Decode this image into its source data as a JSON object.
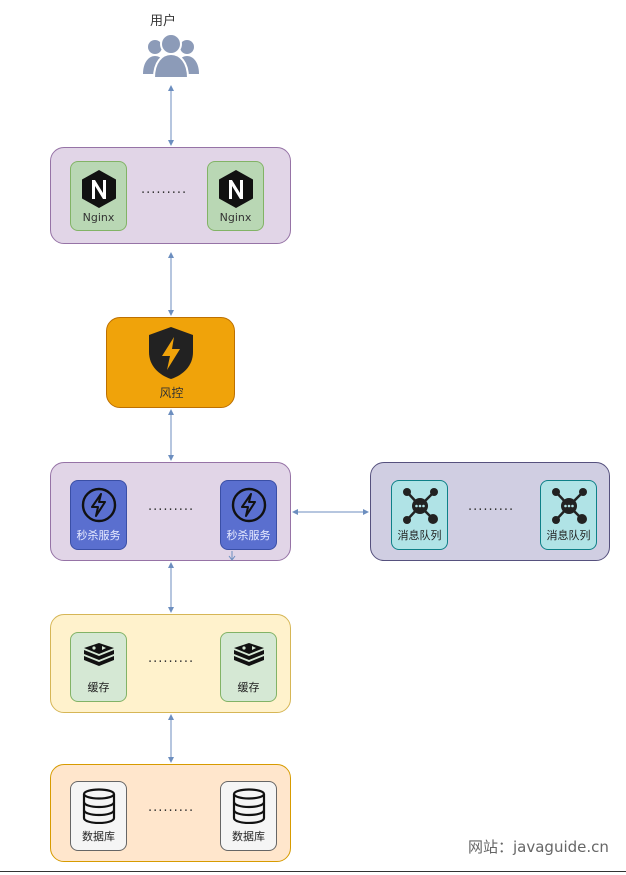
{
  "user": {
    "label": "用户"
  },
  "nginx_group": {
    "node_label": "Nginx",
    "ellipsis": "·········"
  },
  "risk": {
    "label": "风控"
  },
  "service_group": {
    "node_label": "秒杀服务",
    "ellipsis": "·········"
  },
  "mq_group": {
    "node_label": "消息队列",
    "ellipsis": "·········"
  },
  "cache_group": {
    "node_label": "缓存",
    "ellipsis": "·········"
  },
  "db_group": {
    "node_label": "数据库",
    "ellipsis": "·········"
  },
  "watermark": "网站：javaguide.cn",
  "colors": {
    "user_icon": "#8c9bb8",
    "edge": "#6c8ebf",
    "nginx_fill": "#b9d7b4",
    "risk_fill": "#f0a30a",
    "service_fill": "#5a6fcf",
    "mq_fill": "#b0e3e6"
  }
}
